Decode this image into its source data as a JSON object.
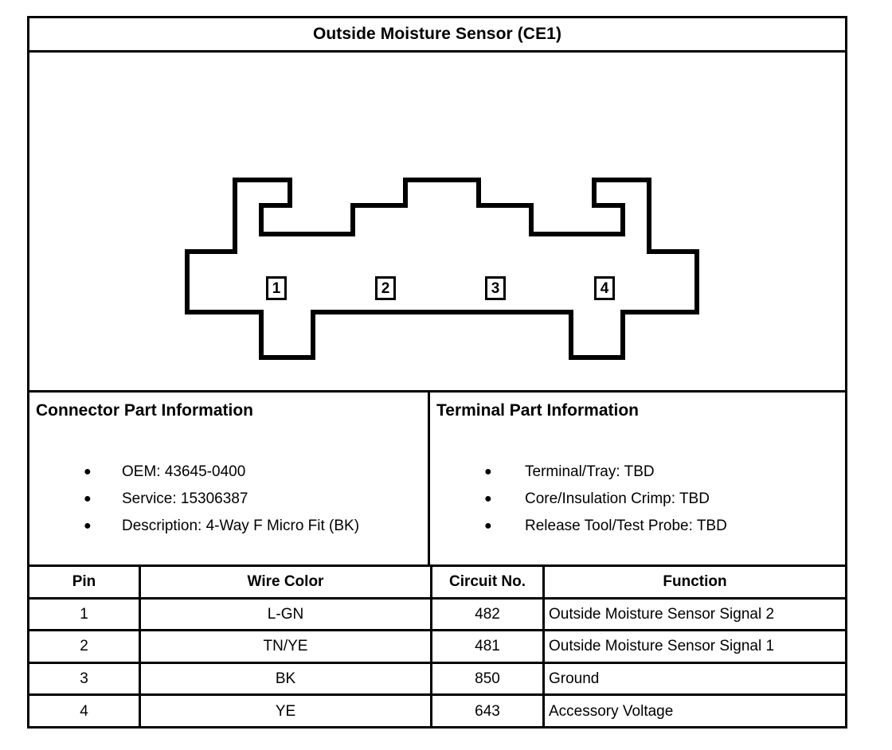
{
  "title": "Outside Moisture Sensor (CE1)",
  "connector": {
    "pins": [
      {
        "label": "1"
      },
      {
        "label": "2"
      },
      {
        "label": "3"
      },
      {
        "label": "4"
      }
    ]
  },
  "connector_part_information": {
    "heading": "Connector Part Information",
    "items": [
      "OEM: 43645-0400",
      "Service: 15306387",
      "Description: 4-Way F Micro Fit (BK)"
    ]
  },
  "terminal_part_information": {
    "heading": "Terminal Part Information",
    "items": [
      "Terminal/Tray: TBD",
      "Core/Insulation Crimp: TBD",
      "Release Tool/Test Probe: TBD"
    ]
  },
  "pin_table": {
    "columns": [
      "Pin",
      "Wire Color",
      "Circuit No.",
      "Function"
    ],
    "rows": [
      {
        "pin": "1",
        "wire_color": "L-GN",
        "circuit_no": "482",
        "function": "Outside Moisture Sensor Signal 2"
      },
      {
        "pin": "2",
        "wire_color": "TN/YE",
        "circuit_no": "481",
        "function": "Outside Moisture Sensor Signal 1"
      },
      {
        "pin": "3",
        "wire_color": "BK",
        "circuit_no": "850",
        "function": "Ground"
      },
      {
        "pin": "4",
        "wire_color": "YE",
        "circuit_no": "643",
        "function": "Accessory Voltage"
      }
    ]
  },
  "colors": {
    "line": "#000000",
    "background": "#ffffff"
  }
}
